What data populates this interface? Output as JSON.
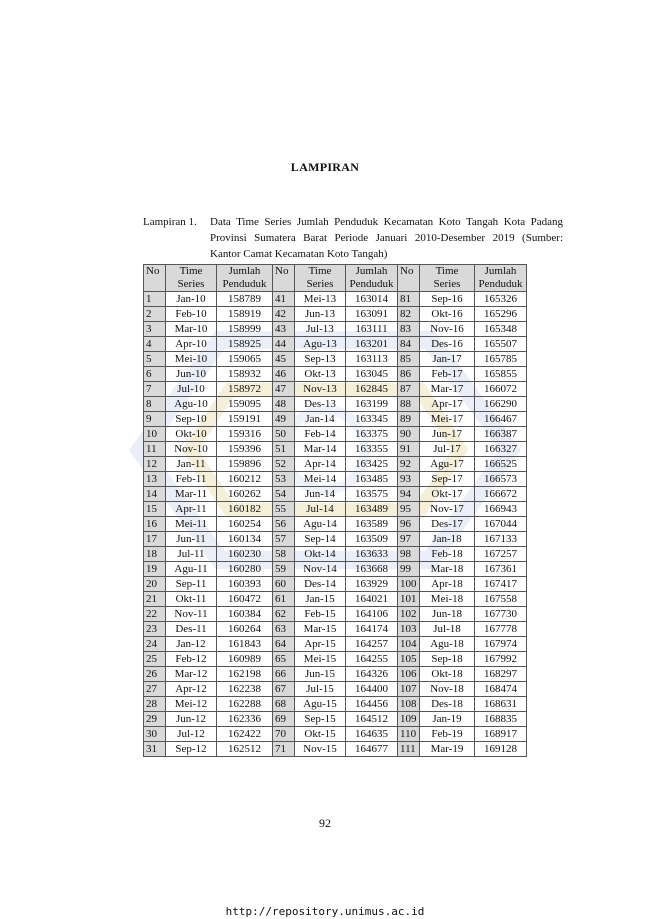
{
  "page": {
    "heading": "LAMPIRAN",
    "caption_label": "Lampiran 1.",
    "caption_text": "Data Time Series Jumlah Penduduk Kecamatan Koto Tangah Kota Padang Provinsi Sumatera Barat Periode Januari 2010-Desember 2019 (Sumber: Kantor Camat Kecamatan Koto Tangah)",
    "page_number": "92",
    "footer_url": "http://repository.unimus.ac.id"
  },
  "table": {
    "headers": [
      "No",
      "Time Series",
      "Jumlah Penduduk",
      "No",
      "Time Series",
      "Jumlah Penduduk",
      "No",
      "Time Series",
      "Jumlah Penduduk"
    ],
    "rows": [
      [
        "1",
        "Jan-10",
        "158789",
        "41",
        "Mei-13",
        "163014",
        "81",
        "Sep-16",
        "165326"
      ],
      [
        "2",
        "Feb-10",
        "158919",
        "42",
        "Jun-13",
        "163091",
        "82",
        "Okt-16",
        "165296"
      ],
      [
        "3",
        "Mar-10",
        "158999",
        "43",
        "Jul-13",
        "163111",
        "83",
        "Nov-16",
        "165348"
      ],
      [
        "4",
        "Apr-10",
        "158925",
        "44",
        "Agu-13",
        "163201",
        "84",
        "Des-16",
        "165507"
      ],
      [
        "5",
        "Mei-10",
        "159065",
        "45",
        "Sep-13",
        "163113",
        "85",
        "Jan-17",
        "165785"
      ],
      [
        "6",
        "Jun-10",
        "158932",
        "46",
        "Okt-13",
        "163045",
        "86",
        "Feb-17",
        "165855"
      ],
      [
        "7",
        "Jul-10",
        "158972",
        "47",
        "Nov-13",
        "162845",
        "87",
        "Mar-17",
        "166072"
      ],
      [
        "8",
        "Agu-10",
        "159095",
        "48",
        "Des-13",
        "163199",
        "88",
        "Apr-17",
        "166290"
      ],
      [
        "9",
        "Sep-10",
        "159191",
        "49",
        "Jan-14",
        "163345",
        "89",
        "Mei-17",
        "166467"
      ],
      [
        "10",
        "Okt-10",
        "159316",
        "50",
        "Feb-14",
        "163375",
        "90",
        "Jun-17",
        "166387"
      ],
      [
        "11",
        "Nov-10",
        "159396",
        "51",
        "Mar-14",
        "163355",
        "91",
        "Jul-17",
        "166327"
      ],
      [
        "12",
        "Jan-11",
        "159896",
        "52",
        "Apr-14",
        "163425",
        "92",
        "Agu-17",
        "166525"
      ],
      [
        "13",
        "Feb-11",
        "160212",
        "53",
        "Mei-14",
        "163485",
        "93",
        "Sep-17",
        "166573"
      ],
      [
        "14",
        "Mar-11",
        "160262",
        "54",
        "Jun-14",
        "163575",
        "94",
        "Okt-17",
        "166672"
      ],
      [
        "15",
        "Apr-11",
        "160182",
        "55",
        "Jul-14",
        "163489",
        "95",
        "Nov-17",
        "166943"
      ],
      [
        "16",
        "Mei-11",
        "160254",
        "56",
        "Agu-14",
        "163589",
        "96",
        "Des-17",
        "167044"
      ],
      [
        "17",
        "Jun-11",
        "160134",
        "57",
        "Sep-14",
        "163509",
        "97",
        "Jan-18",
        "167133"
      ],
      [
        "18",
        "Jul-11",
        "160230",
        "58",
        "Okt-14",
        "163633",
        "98",
        "Feb-18",
        "167257"
      ],
      [
        "19",
        "Agu-11",
        "160280",
        "59",
        "Nov-14",
        "163668",
        "99",
        "Mar-18",
        "167361"
      ],
      [
        "20",
        "Sep-11",
        "160393",
        "60",
        "Des-14",
        "163929",
        "100",
        "Apr-18",
        "167417"
      ],
      [
        "21",
        "Okt-11",
        "160472",
        "61",
        "Jan-15",
        "164021",
        "101",
        "Mei-18",
        "167558"
      ],
      [
        "22",
        "Nov-11",
        "160384",
        "62",
        "Feb-15",
        "164106",
        "102",
        "Jun-18",
        "167730"
      ],
      [
        "23",
        "Des-11",
        "160264",
        "63",
        "Mar-15",
        "164174",
        "103",
        "Jul-18",
        "167778"
      ],
      [
        "24",
        "Jan-12",
        "161843",
        "64",
        "Apr-15",
        "164257",
        "104",
        "Agu-18",
        "167974"
      ],
      [
        "25",
        "Feb-12",
        "160989",
        "65",
        "Mei-15",
        "164255",
        "105",
        "Sep-18",
        "167992"
      ],
      [
        "26",
        "Mar-12",
        "162198",
        "66",
        "Jun-15",
        "164326",
        "106",
        "Okt-18",
        "168297"
      ],
      [
        "27",
        "Apr-12",
        "162238",
        "67",
        "Jul-15",
        "164400",
        "107",
        "Nov-18",
        "168474"
      ],
      [
        "28",
        "Mei-12",
        "162288",
        "68",
        "Agu-15",
        "164456",
        "108",
        "Des-18",
        "168631"
      ],
      [
        "29",
        "Jun-12",
        "162336",
        "69",
        "Sep-15",
        "164512",
        "109",
        "Jan-19",
        "168835"
      ],
      [
        "30",
        "Jul-12",
        "162422",
        "70",
        "Okt-15",
        "164635",
        "110",
        "Feb-19",
        "168917"
      ],
      [
        "31",
        "Sep-12",
        "162512",
        "71",
        "Nov-15",
        "164677",
        "111",
        "Mar-19",
        "169128"
      ]
    ]
  }
}
